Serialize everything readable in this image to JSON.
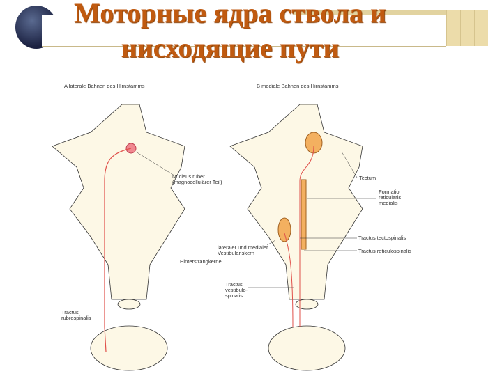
{
  "title": {
    "line1": "Моторные ядра ствола и",
    "line2": "нисходящие пути"
  },
  "panel_a": {
    "heading": "A laterale Bahnen des Hirnstamms",
    "labels": {
      "nucleus_ruber": "Nucleus ruber",
      "nucleus_ruber_2": "(magnocellulärer Teil)",
      "hinterstrang": "Hinterstrangkerne",
      "rubro_1": "Tractus",
      "rubro_2": "rubrospinalis"
    }
  },
  "panel_b": {
    "heading": "B mediale Bahnen des Hirnstamms",
    "labels": {
      "tectum": "Tectum",
      "formatio_1": "Formatio",
      "formatio_2": "reticularis",
      "formatio_3": "medialis",
      "tectospinalis": "Tractus tectospinalis",
      "reticulospinalis": "Tractus reticulospinalis",
      "vest_1": "lateraler und medialer",
      "vest_2": "Vestibulariskern",
      "vs_1": "Tractus",
      "vs_2": "vestibulo-",
      "vs_3": "spinalis"
    }
  },
  "colors": {
    "title": "#c05a10",
    "red_tract": "#e0504a",
    "orange_nucleus": "#f3b060",
    "tissue": "#fdf8e6"
  }
}
